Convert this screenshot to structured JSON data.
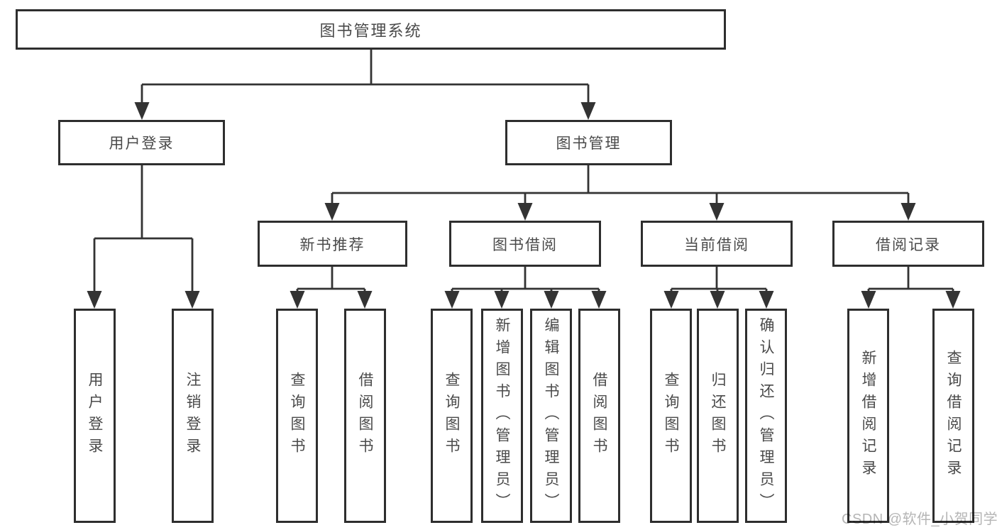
{
  "diagram": {
    "nodes": {
      "root": "图书管理系统",
      "user_login": "用户登录",
      "book_management": "图书管理",
      "new_book_recommend": "新书推荐",
      "book_borrowing": "图书借阅",
      "current_borrowing": "当前借阅",
      "borrowing_records": "借阅记录",
      "user_login_leaf": "用户登录",
      "logout_leaf": "注销登录",
      "nbr_query_books": "查询图书",
      "nbr_borrow_books": "借阅图书",
      "bb_query_books": "查询图书",
      "bb_add_books": "新增图书（管理员）",
      "bb_edit_books": "编辑图书（管理员）",
      "bb_borrow_books": "借阅图书",
      "cb_query_books": "查询图书",
      "cb_return_books": "归还图书",
      "cb_confirm_return": "确认归还（管理员）",
      "br_add_record": "新增借阅记录",
      "br_query_record": "查询借阅记录"
    },
    "line_color": "#333333",
    "border_color": "#2e2e2e",
    "text_color": "#4a4a4a"
  },
  "watermark": "CSDN @软件_小贺同学"
}
